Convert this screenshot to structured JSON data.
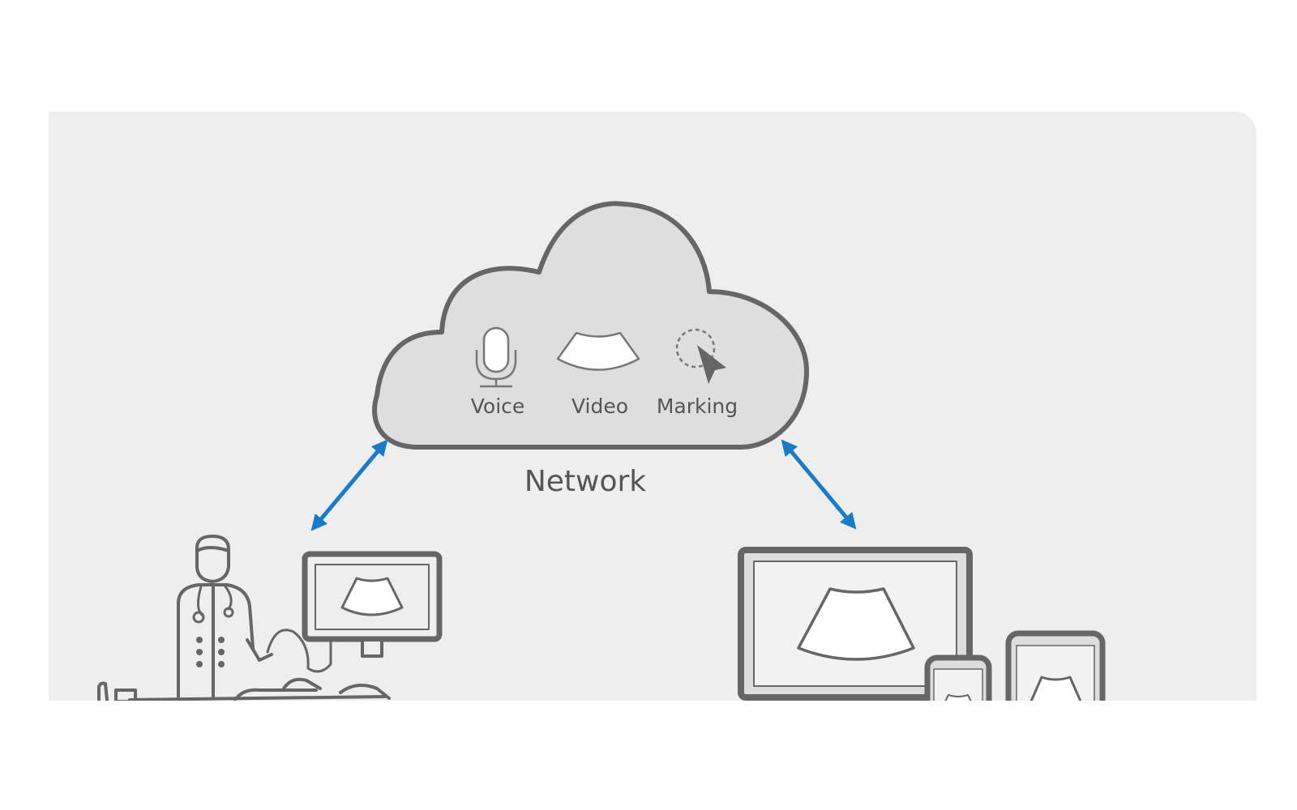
{
  "diagram": {
    "cloud": {
      "features": [
        {
          "label": "Voice",
          "icon": "microphone-icon"
        },
        {
          "label": "Video",
          "icon": "ultrasound-image-icon"
        },
        {
          "label": "Marking",
          "icon": "pointer-marking-icon"
        }
      ],
      "caption": "Network"
    },
    "colors": {
      "panel": "#eeeeee",
      "outline": "#666666",
      "cloud_fill": "#dedede",
      "arrow": "#1a7cc9"
    }
  }
}
